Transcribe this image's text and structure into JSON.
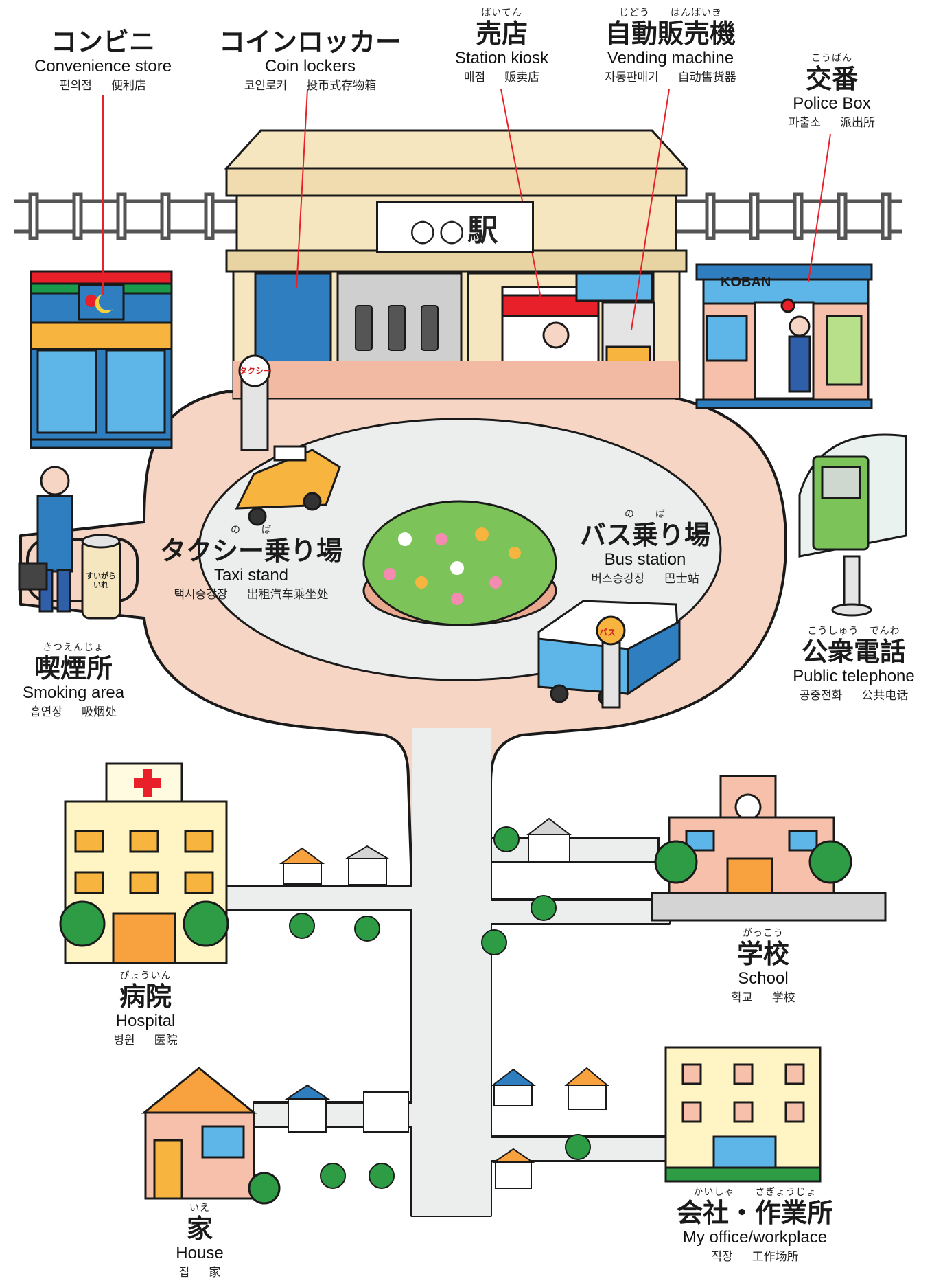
{
  "station": {
    "sign": "○○駅"
  },
  "labels": {
    "convenience": {
      "jp": "コンビニ",
      "en": "Convenience store",
      "ko": "편의점",
      "zh": "便利店"
    },
    "lockers": {
      "jp": "コインロッカー",
      "en": "Coin lockers",
      "ko": "코인로커",
      "zh": "投币式存物箱"
    },
    "kiosk": {
      "ruby": "ばいてん",
      "jp": "売店",
      "en": "Station kiosk",
      "ko": "매점",
      "zh": "贩卖店"
    },
    "vending": {
      "ruby": "じどう　　はんばいき",
      "jp": "自動販売機",
      "en": "Vending machine",
      "ko": "자동판매기",
      "zh": "自动售货器"
    },
    "koban": {
      "ruby": "こうばん",
      "jp": "交番",
      "en": "Police Box",
      "ko": "파출소",
      "zh": "派出所"
    },
    "taxi": {
      "ruby": "の　　ば",
      "jp": "タクシー乗り場",
      "en": "Taxi stand",
      "ko": "택시승강장",
      "zh": "出租汽车乘坐处"
    },
    "bus": {
      "ruby": "の　　ば",
      "jp": "バス乗り場",
      "en": "Bus station",
      "ko": "버스승강장",
      "zh": "巴士站"
    },
    "smoking": {
      "ruby": "きつえんじょ",
      "jp": "喫煙所",
      "en": "Smoking area",
      "ko": "흡연장",
      "zh": "吸烟处"
    },
    "phone": {
      "ruby": "こうしゅう　でんわ",
      "jp": "公衆電話",
      "en": "Public telephone",
      "ko": "공중전화",
      "zh": "公共电话"
    },
    "hospital": {
      "ruby": "びょういん",
      "jp": "病院",
      "en": "Hospital",
      "ko": "병원",
      "zh": "医院"
    },
    "school": {
      "ruby": "がっこう",
      "jp": "学校",
      "en": "School",
      "ko": "학교",
      "zh": "学校"
    },
    "house": {
      "ruby": "いえ",
      "jp": "家",
      "en": "House",
      "ko": "집",
      "zh": "家"
    },
    "office": {
      "ruby": "かいしゃ　　さぎょうじょ",
      "jp": "会社・作業所",
      "en": "My office/workplace",
      "ko": "직장",
      "zh": "工作场所"
    }
  },
  "signs": {
    "koban": "KOBAN",
    "taxi": "タクシー",
    "bus": "バス",
    "ashtray": "すいがらいれ"
  },
  "colors": {
    "road": "#f7d5c4",
    "plaza": "#eceeed",
    "accent": "#e8202a",
    "station_wall": "#f5e6c0"
  }
}
